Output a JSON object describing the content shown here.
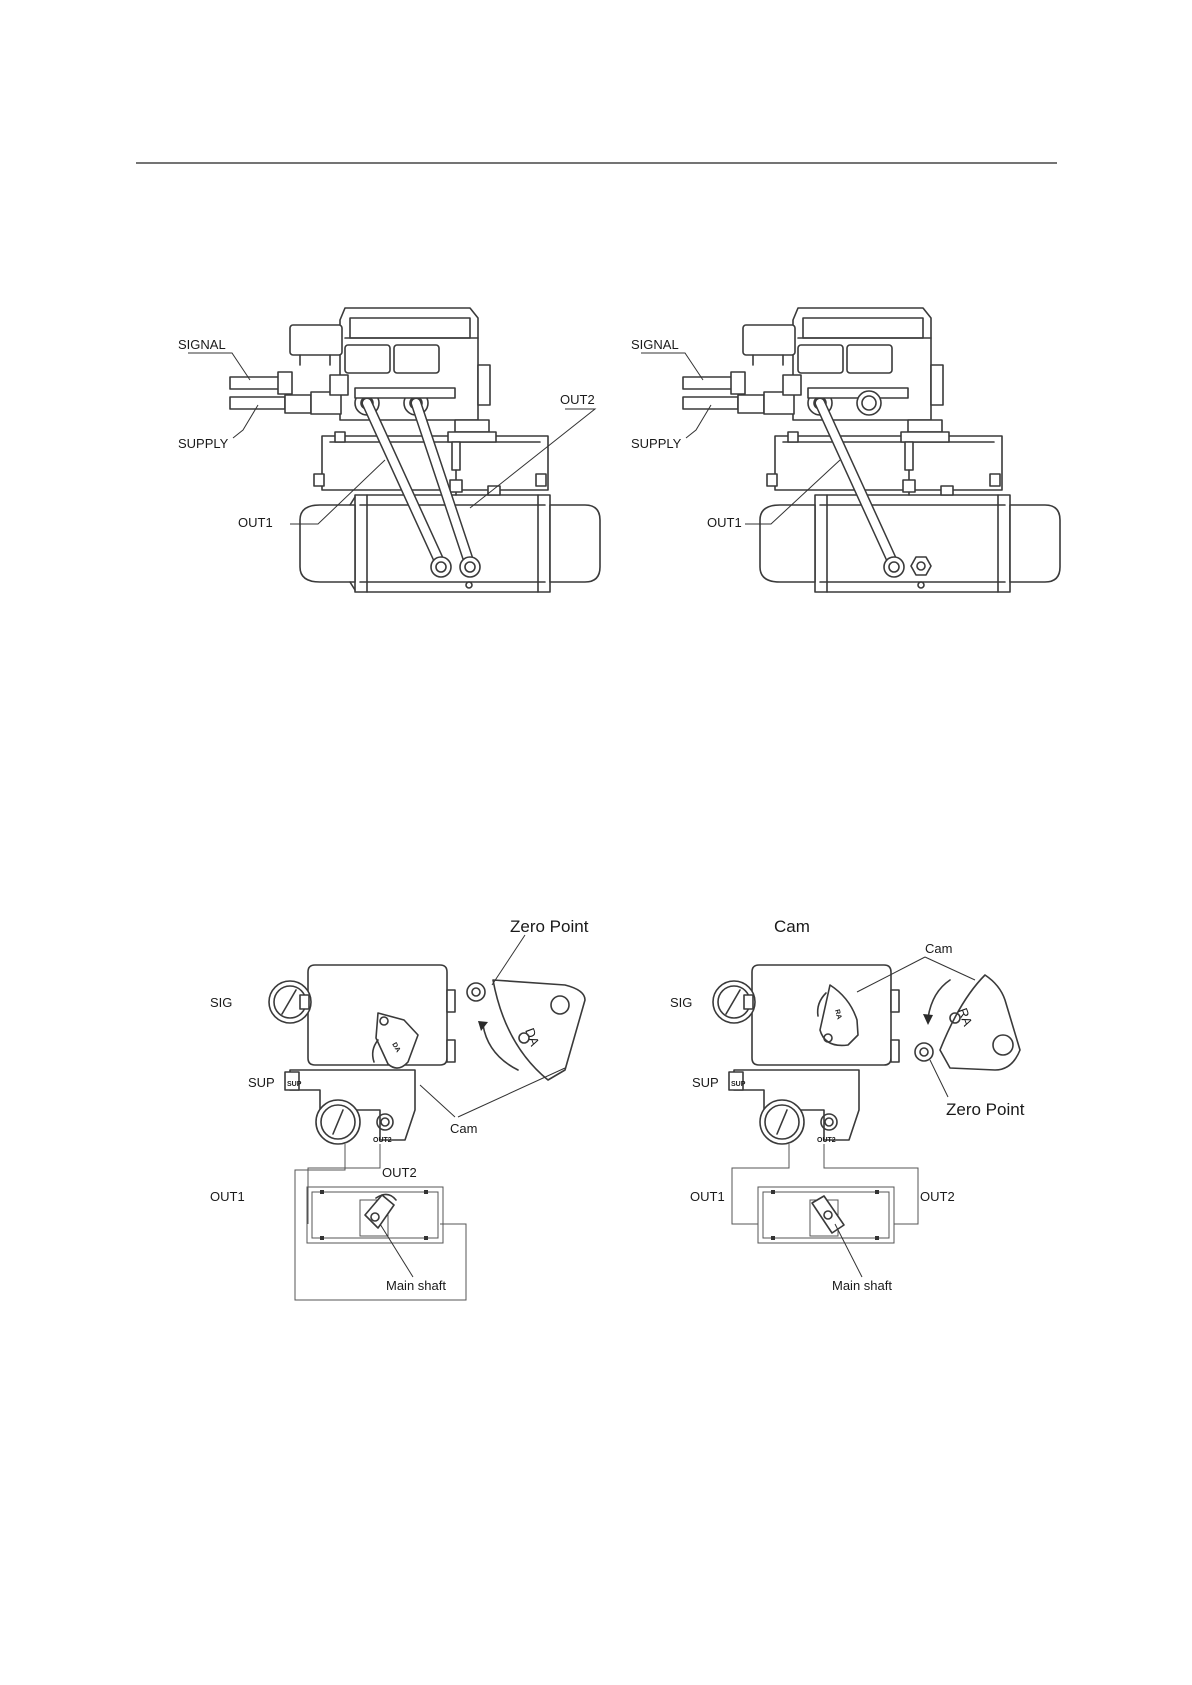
{
  "figure_top": {
    "left": {
      "signal": "SIGNAL",
      "supply": "SUPPLY",
      "out1": "OUT1",
      "out2": "OUT2"
    },
    "right": {
      "signal": "SIGNAL",
      "supply": "SUPPLY",
      "out1": "OUT1"
    }
  },
  "figure_bottom": {
    "left": {
      "zero_point": "Zero Point",
      "sig": "SIG",
      "sup": "SUP",
      "sup_port": "SUP",
      "out2_port": "OUT2",
      "cam": "Cam",
      "out1": "OUT1",
      "out2": "OUT2",
      "main_shaft": "Main shaft",
      "cam_mark": "DA"
    },
    "right": {
      "cam_title": "Cam",
      "cam": "Cam",
      "sig": "SIG",
      "sup": "SUP",
      "sup_port": "SUP",
      "out2_port": "OUT2",
      "zero_point": "Zero Point",
      "out1": "OUT1",
      "out2": "OUT2",
      "main_shaft": "Main shaft",
      "cam_mark": "RA"
    }
  }
}
